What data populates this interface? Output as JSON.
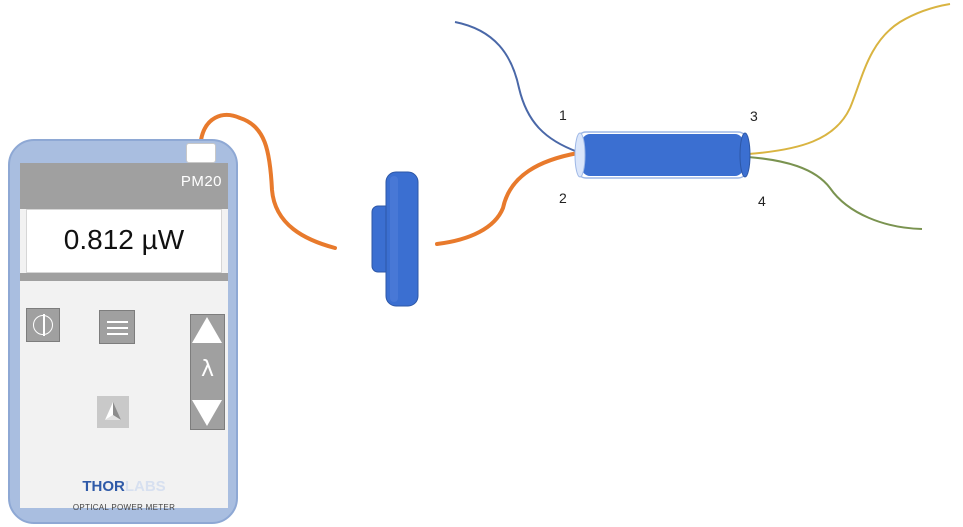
{
  "meter": {
    "model": "PM20",
    "reading": "0.812 µW",
    "wavelength_symbol": "λ",
    "brand_part1": "THOR",
    "brand_part2": "LABS",
    "subtitle": "OPTICAL POWER METER"
  },
  "coupler": {
    "ports": [
      "1",
      "2",
      "3",
      "4"
    ]
  },
  "colors": {
    "meter_body": "#a9bee0",
    "display_bar": "#a0a0a0",
    "fiber_orange": "#e87a2c",
    "fiber_blue": "#4a68a8",
    "fiber_yellow": "#d9b441",
    "fiber_green": "#7a9350",
    "component_blue": "#3b6fd1",
    "brand_blue": "#2f5aa8"
  },
  "icons": [
    "power-icon",
    "menu-icon",
    "arrow-up-icon",
    "arrow-down-icon",
    "zero-icon"
  ]
}
